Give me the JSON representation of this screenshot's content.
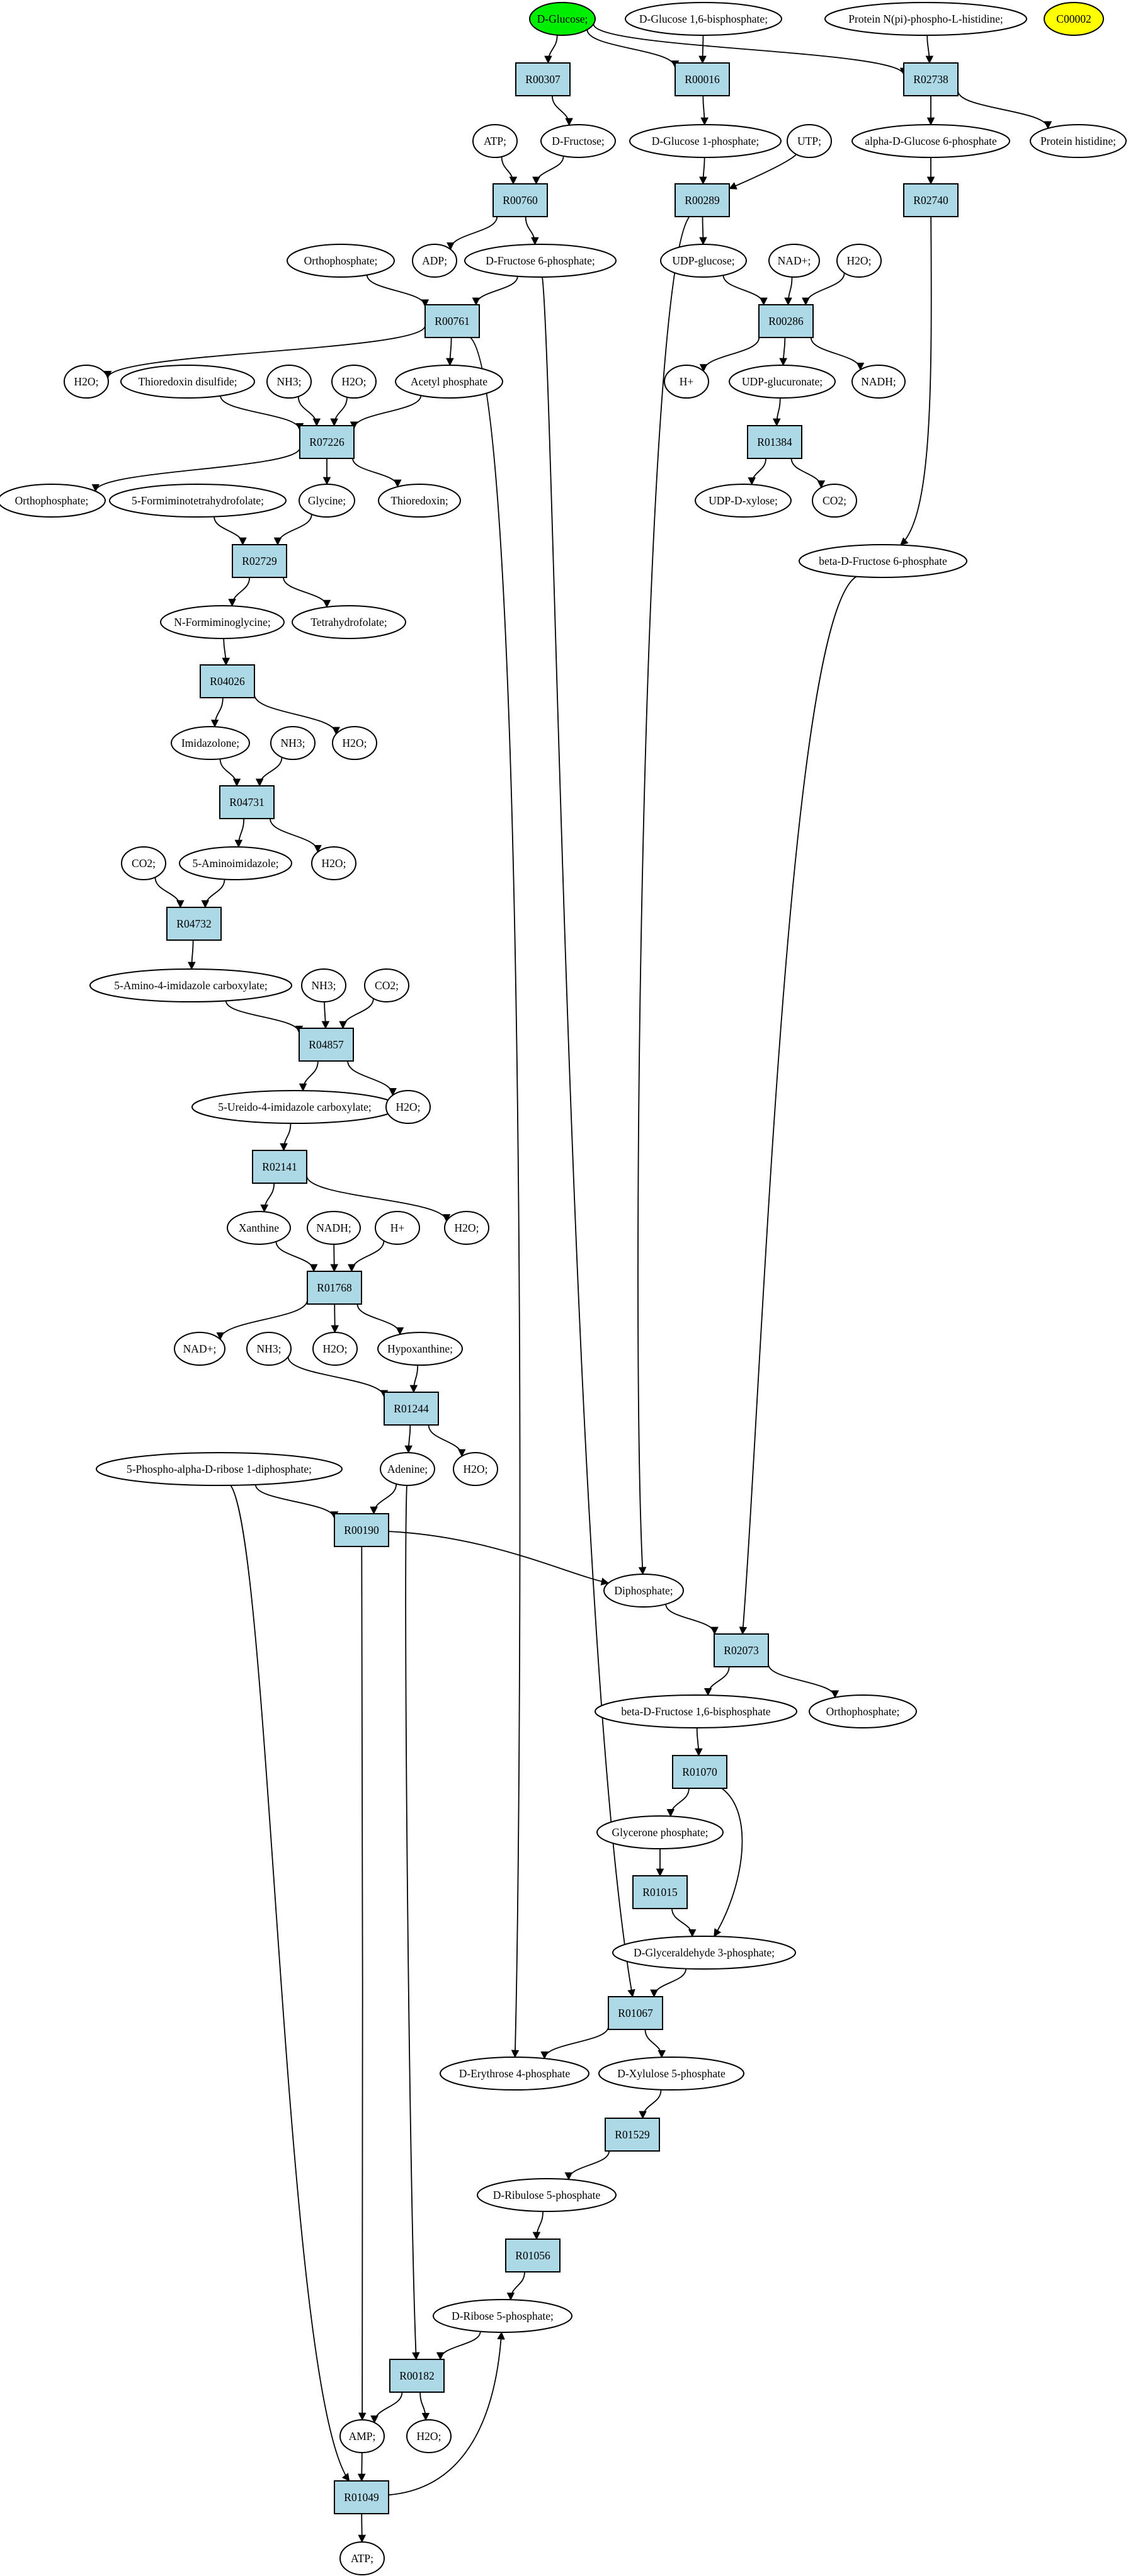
{
  "colors": {
    "start_fill": "#00ee00",
    "target_fill": "#ffff00",
    "reaction_fill": "#add8e6",
    "compound_fill": "#ffffff"
  },
  "nodes": [
    {
      "id": "c_glucose",
      "label": "D-Glucose;",
      "kind": "start"
    },
    {
      "id": "c_g16bp",
      "label": "D-Glucose 1,6-bisphosphate;",
      "kind": "compound"
    },
    {
      "id": "c_protnphis",
      "label": "Protein N(pi)-phospho-L-histidine;",
      "kind": "compound"
    },
    {
      "id": "c_C00002",
      "label": "C00002",
      "kind": "target"
    },
    {
      "id": "r_R00307",
      "label": "R00307",
      "kind": "reaction"
    },
    {
      "id": "r_R00016",
      "label": "R00016",
      "kind": "reaction"
    },
    {
      "id": "r_R02738",
      "label": "R02738",
      "kind": "reaction"
    },
    {
      "id": "c_atp1",
      "label": "ATP;",
      "kind": "compound"
    },
    {
      "id": "c_fructose",
      "label": "D-Fructose;",
      "kind": "compound"
    },
    {
      "id": "c_g1p",
      "label": "D-Glucose 1-phosphate;",
      "kind": "compound"
    },
    {
      "id": "c_utp",
      "label": "UTP;",
      "kind": "compound"
    },
    {
      "id": "c_ag6p",
      "label": "alpha-D-Glucose 6-phosphate",
      "kind": "compound"
    },
    {
      "id": "c_prothis",
      "label": "Protein histidine;",
      "kind": "compound"
    },
    {
      "id": "r_R00760",
      "label": "R00760",
      "kind": "reaction"
    },
    {
      "id": "r_R00289",
      "label": "R00289",
      "kind": "reaction"
    },
    {
      "id": "r_R02740",
      "label": "R02740",
      "kind": "reaction"
    },
    {
      "id": "c_orthop1",
      "label": "Orthophosphate;",
      "kind": "compound"
    },
    {
      "id": "c_adp",
      "label": "ADP;",
      "kind": "compound"
    },
    {
      "id": "c_f6p",
      "label": "D-Fructose 6-phosphate;",
      "kind": "compound"
    },
    {
      "id": "c_udpglc",
      "label": "UDP-glucose;",
      "kind": "compound"
    },
    {
      "id": "c_nadp1",
      "label": "NAD+;",
      "kind": "compound"
    },
    {
      "id": "c_h2o_a",
      "label": "H2O;",
      "kind": "compound"
    },
    {
      "id": "r_R00761",
      "label": "R00761",
      "kind": "reaction"
    },
    {
      "id": "r_R00286",
      "label": "R00286",
      "kind": "reaction"
    },
    {
      "id": "c_h2o_b",
      "label": "H2O;",
      "kind": "compound"
    },
    {
      "id": "c_trxss",
      "label": "Thioredoxin disulfide;",
      "kind": "compound"
    },
    {
      "id": "c_nh3_a",
      "label": "NH3;",
      "kind": "compound"
    },
    {
      "id": "c_h2o_c",
      "label": "H2O;",
      "kind": "compound"
    },
    {
      "id": "c_acetp",
      "label": "Acetyl phosphate",
      "kind": "compound"
    },
    {
      "id": "c_hplus1",
      "label": "H+",
      "kind": "compound"
    },
    {
      "id": "c_udpglcur",
      "label": "UDP-glucuronate;",
      "kind": "compound"
    },
    {
      "id": "c_nadh1",
      "label": "NADH;",
      "kind": "compound"
    },
    {
      "id": "r_R07226",
      "label": "R07226",
      "kind": "reaction"
    },
    {
      "id": "r_R01384",
      "label": "R01384",
      "kind": "reaction"
    },
    {
      "id": "c_orthop2",
      "label": "Orthophosphate;",
      "kind": "compound"
    },
    {
      "id": "c_5fthf",
      "label": "5-Formiminotetrahydrofolate;",
      "kind": "compound"
    },
    {
      "id": "c_glycine",
      "label": "Glycine;",
      "kind": "compound"
    },
    {
      "id": "c_trx",
      "label": "Thioredoxin;",
      "kind": "compound"
    },
    {
      "id": "c_udpxyl",
      "label": "UDP-D-xylose;",
      "kind": "compound"
    },
    {
      "id": "c_co2_a",
      "label": "CO2;",
      "kind": "compound"
    },
    {
      "id": "r_R02729",
      "label": "R02729",
      "kind": "reaction"
    },
    {
      "id": "c_bf6p",
      "label": "beta-D-Fructose 6-phosphate",
      "kind": "compound"
    },
    {
      "id": "c_nfgly",
      "label": "N-Formiminoglycine;",
      "kind": "compound"
    },
    {
      "id": "c_thf",
      "label": "Tetrahydrofolate;",
      "kind": "compound"
    },
    {
      "id": "r_R04026",
      "label": "R04026",
      "kind": "reaction"
    },
    {
      "id": "c_imidazolone",
      "label": "Imidazolone;",
      "kind": "compound"
    },
    {
      "id": "c_nh3_b",
      "label": "NH3;",
      "kind": "compound"
    },
    {
      "id": "c_h2o_d",
      "label": "H2O;",
      "kind": "compound"
    },
    {
      "id": "r_R04731",
      "label": "R04731",
      "kind": "reaction"
    },
    {
      "id": "c_co2_b",
      "label": "CO2;",
      "kind": "compound"
    },
    {
      "id": "c_5aimid",
      "label": "5-Aminoimidazole;",
      "kind": "compound"
    },
    {
      "id": "c_h2o_e",
      "label": "H2O;",
      "kind": "compound"
    },
    {
      "id": "r_R04732",
      "label": "R04732",
      "kind": "reaction"
    },
    {
      "id": "c_5a4icarb",
      "label": "5-Amino-4-imidazole carboxylate;",
      "kind": "compound"
    },
    {
      "id": "c_nh3_c",
      "label": "NH3;",
      "kind": "compound"
    },
    {
      "id": "c_co2_c",
      "label": "CO2;",
      "kind": "compound"
    },
    {
      "id": "r_R04857",
      "label": "R04857",
      "kind": "reaction"
    },
    {
      "id": "c_5u4icarb",
      "label": "5-Ureido-4-imidazole carboxylate;",
      "kind": "compound"
    },
    {
      "id": "c_h2o_f",
      "label": "H2O;",
      "kind": "compound"
    },
    {
      "id": "r_R02141",
      "label": "R02141",
      "kind": "reaction"
    },
    {
      "id": "c_xanthine",
      "label": "Xanthine",
      "kind": "compound"
    },
    {
      "id": "c_nadh2",
      "label": "NADH;",
      "kind": "compound"
    },
    {
      "id": "c_hplus2",
      "label": "H+",
      "kind": "compound"
    },
    {
      "id": "c_h2o_g",
      "label": "H2O;",
      "kind": "compound"
    },
    {
      "id": "r_R01768",
      "label": "R01768",
      "kind": "reaction"
    },
    {
      "id": "c_nadp2",
      "label": "NAD+;",
      "kind": "compound"
    },
    {
      "id": "c_nh3_d",
      "label": "NH3;",
      "kind": "compound"
    },
    {
      "id": "c_h2o_h",
      "label": "H2O;",
      "kind": "compound"
    },
    {
      "id": "c_hypox",
      "label": "Hypoxanthine;",
      "kind": "compound"
    },
    {
      "id": "r_R01244",
      "label": "R01244",
      "kind": "reaction"
    },
    {
      "id": "c_prpp",
      "label": "5-Phospho-alpha-D-ribose 1-diphosphate;",
      "kind": "compound"
    },
    {
      "id": "c_adenine",
      "label": "Adenine;",
      "kind": "compound"
    },
    {
      "id": "c_h2o_i",
      "label": "H2O;",
      "kind": "compound"
    },
    {
      "id": "r_R00190",
      "label": "R00190",
      "kind": "reaction"
    },
    {
      "id": "c_diphos",
      "label": "Diphosphate;",
      "kind": "compound"
    },
    {
      "id": "r_R02073",
      "label": "R02073",
      "kind": "reaction"
    },
    {
      "id": "c_bf16bp",
      "label": "beta-D-Fructose 1,6-bisphosphate",
      "kind": "compound"
    },
    {
      "id": "c_orthop3",
      "label": "Orthophosphate;",
      "kind": "compound"
    },
    {
      "id": "r_R01070",
      "label": "R01070",
      "kind": "reaction"
    },
    {
      "id": "c_glyp",
      "label": "Glycerone phosphate;",
      "kind": "compound"
    },
    {
      "id": "r_R01015",
      "label": "R01015",
      "kind": "reaction"
    },
    {
      "id": "c_g3p",
      "label": "D-Glyceraldehyde 3-phosphate;",
      "kind": "compound"
    },
    {
      "id": "r_R01067",
      "label": "R01067",
      "kind": "reaction"
    },
    {
      "id": "c_e4p",
      "label": "D-Erythrose 4-phosphate",
      "kind": "compound"
    },
    {
      "id": "c_x5p",
      "label": "D-Xylulose 5-phosphate",
      "kind": "compound"
    },
    {
      "id": "r_R01529",
      "label": "R01529",
      "kind": "reaction"
    },
    {
      "id": "c_ru5p",
      "label": "D-Ribulose 5-phosphate",
      "kind": "compound"
    },
    {
      "id": "r_R01056",
      "label": "R01056",
      "kind": "reaction"
    },
    {
      "id": "c_r5p",
      "label": "D-Ribose 5-phosphate;",
      "kind": "compound"
    },
    {
      "id": "r_R00182",
      "label": "R00182",
      "kind": "reaction"
    },
    {
      "id": "c_amp",
      "label": "AMP;",
      "kind": "compound"
    },
    {
      "id": "c_h2o_j",
      "label": "H2O;",
      "kind": "compound"
    },
    {
      "id": "r_R01049",
      "label": "R01049",
      "kind": "reaction"
    },
    {
      "id": "c_atp2",
      "label": "ATP;",
      "kind": "compound"
    }
  ],
  "edges": [
    [
      "c_glucose",
      "r_R00307"
    ],
    [
      "c_glucose",
      "r_R00016"
    ],
    [
      "c_glucose",
      "r_R02738"
    ],
    [
      "c_g16bp",
      "r_R00016"
    ],
    [
      "c_protnphis",
      "r_R02738"
    ],
    [
      "r_R00307",
      "c_fructose"
    ],
    [
      "r_R00016",
      "c_g1p"
    ],
    [
      "r_R02738",
      "c_ag6p"
    ],
    [
      "r_R02738",
      "c_prothis"
    ],
    [
      "c_atp1",
      "r_R00760"
    ],
    [
      "c_fructose",
      "r_R00760"
    ],
    [
      "c_g1p",
      "r_R00289"
    ],
    [
      "c_utp",
      "r_R00289"
    ],
    [
      "c_ag6p",
      "r_R02740"
    ],
    [
      "r_R00760",
      "c_adp"
    ],
    [
      "r_R00760",
      "c_f6p"
    ],
    [
      "r_R00289",
      "c_udpglc"
    ],
    [
      "r_R00289",
      "c_diphos"
    ],
    [
      "r_R02740",
      "c_bf6p"
    ],
    [
      "c_orthop1",
      "r_R00761"
    ],
    [
      "c_f6p",
      "r_R00761"
    ],
    [
      "c_f6p",
      "r_R01067"
    ],
    [
      "c_udpglc",
      "r_R00286"
    ],
    [
      "c_nadp1",
      "r_R00286"
    ],
    [
      "c_h2o_a",
      "r_R00286"
    ],
    [
      "r_R00761",
      "c_h2o_b"
    ],
    [
      "r_R00761",
      "c_acetp"
    ],
    [
      "r_R00761",
      "c_e4p"
    ],
    [
      "r_R00286",
      "c_hplus1"
    ],
    [
      "r_R00286",
      "c_udpglcur"
    ],
    [
      "r_R00286",
      "c_nadh1"
    ],
    [
      "c_trxss",
      "r_R07226"
    ],
    [
      "c_nh3_a",
      "r_R07226"
    ],
    [
      "c_h2o_c",
      "r_R07226"
    ],
    [
      "c_acetp",
      "r_R07226"
    ],
    [
      "c_udpglcur",
      "r_R01384"
    ],
    [
      "r_R07226",
      "c_orthop2"
    ],
    [
      "r_R07226",
      "c_glycine"
    ],
    [
      "r_R07226",
      "c_trx"
    ],
    [
      "r_R01384",
      "c_udpxyl"
    ],
    [
      "r_R01384",
      "c_co2_a"
    ],
    [
      "c_5fthf",
      "r_R02729"
    ],
    [
      "c_glycine",
      "r_R02729"
    ],
    [
      "r_R02729",
      "c_nfgly"
    ],
    [
      "r_R02729",
      "c_thf"
    ],
    [
      "c_nfgly",
      "r_R04026"
    ],
    [
      "r_R04026",
      "c_imidazolone"
    ],
    [
      "r_R04026",
      "c_h2o_d"
    ],
    [
      "c_imidazolone",
      "r_R04731"
    ],
    [
      "c_nh3_b",
      "r_R04731"
    ],
    [
      "r_R04731",
      "c_5aimid"
    ],
    [
      "r_R04731",
      "c_h2o_e"
    ],
    [
      "c_co2_b",
      "r_R04732"
    ],
    [
      "c_5aimid",
      "r_R04732"
    ],
    [
      "r_R04732",
      "c_5a4icarb"
    ],
    [
      "c_5a4icarb",
      "r_R04857"
    ],
    [
      "c_nh3_c",
      "r_R04857"
    ],
    [
      "c_co2_c",
      "r_R04857"
    ],
    [
      "r_R04857",
      "c_5u4icarb"
    ],
    [
      "r_R04857",
      "c_h2o_f"
    ],
    [
      "c_5u4icarb",
      "r_R02141"
    ],
    [
      "r_R02141",
      "c_xanthine"
    ],
    [
      "r_R02141",
      "c_h2o_g"
    ],
    [
      "c_xanthine",
      "r_R01768"
    ],
    [
      "c_nadh2",
      "r_R01768"
    ],
    [
      "c_hplus2",
      "r_R01768"
    ],
    [
      "r_R01768",
      "c_nadp2"
    ],
    [
      "r_R01768",
      "c_h2o_h"
    ],
    [
      "r_R01768",
      "c_hypox"
    ],
    [
      "c_nh3_d",
      "r_R01244"
    ],
    [
      "c_hypox",
      "r_R01244"
    ],
    [
      "r_R01244",
      "c_adenine"
    ],
    [
      "r_R01244",
      "c_h2o_i"
    ],
    [
      "c_prpp",
      "r_R00190"
    ],
    [
      "c_adenine",
      "r_R00190"
    ],
    [
      "c_prpp",
      "r_R01049"
    ],
    [
      "c_adenine",
      "r_R00182"
    ],
    [
      "r_R00190",
      "c_diphos"
    ],
    [
      "r_R00190",
      "c_amp"
    ],
    [
      "c_diphos",
      "r_R02073"
    ],
    [
      "c_bf6p",
      "r_R02073"
    ],
    [
      "r_R02073",
      "c_bf16bp"
    ],
    [
      "r_R02073",
      "c_orthop3"
    ],
    [
      "c_bf16bp",
      "r_R01070"
    ],
    [
      "r_R01070",
      "c_glyp"
    ],
    [
      "r_R01070",
      "c_g3p"
    ],
    [
      "c_glyp",
      "r_R01015"
    ],
    [
      "r_R01015",
      "c_g3p"
    ],
    [
      "c_g3p",
      "r_R01067"
    ],
    [
      "r_R01067",
      "c_e4p"
    ],
    [
      "r_R01067",
      "c_x5p"
    ],
    [
      "c_x5p",
      "r_R01529"
    ],
    [
      "r_R01529",
      "c_ru5p"
    ],
    [
      "c_ru5p",
      "r_R01056"
    ],
    [
      "r_R01056",
      "c_r5p"
    ],
    [
      "c_r5p",
      "r_R00182"
    ],
    [
      "r_R00182",
      "c_amp"
    ],
    [
      "r_R00182",
      "c_h2o_j"
    ],
    [
      "c_amp",
      "r_R01049"
    ],
    [
      "r_R01049",
      "c_atp2"
    ],
    [
      "r_R01049",
      "c_r5p"
    ]
  ]
}
